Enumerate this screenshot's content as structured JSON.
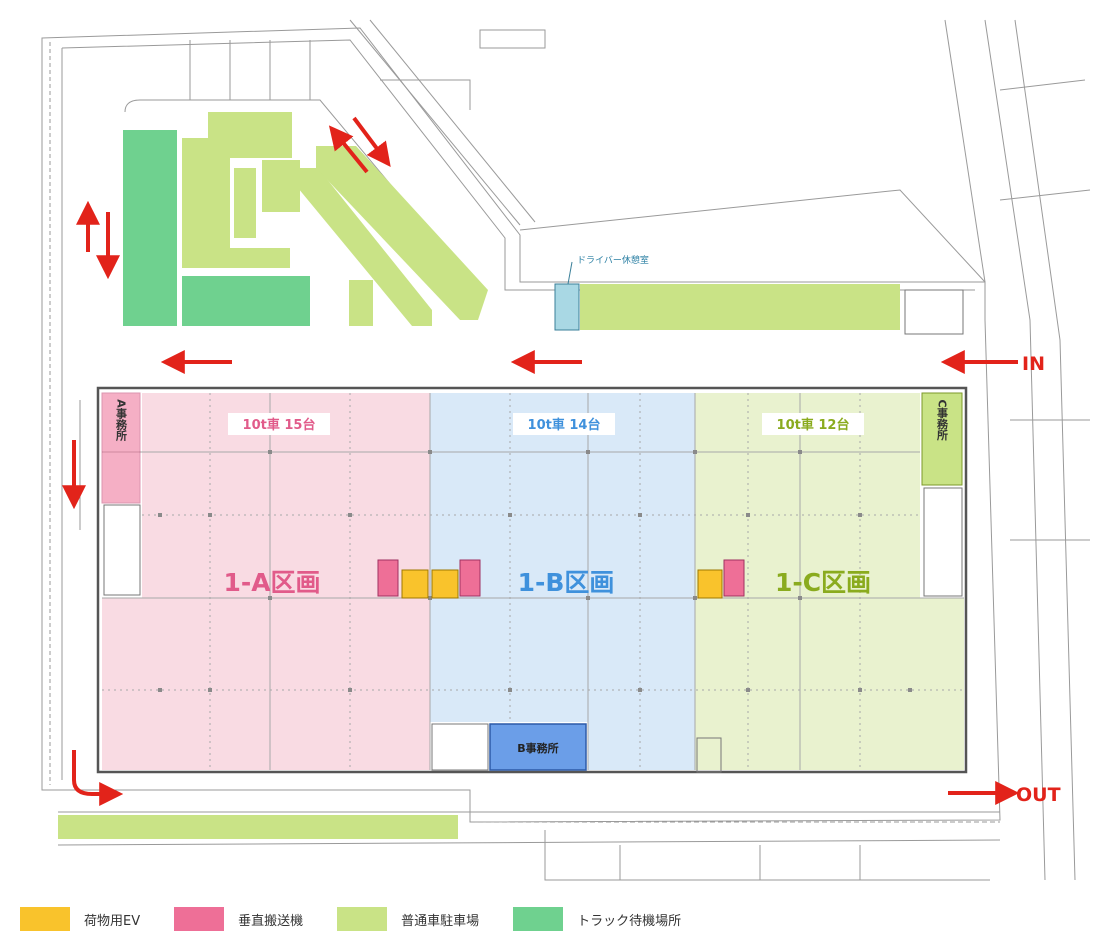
{
  "colors": {
    "area_a": "#f9dbe3",
    "area_b": "#d9e9f8",
    "area_c": "#e9f2cf",
    "freight_ev": "#f9c32c",
    "vertical_conveyor": "#ee6f97",
    "car_parking": "#c9e386",
    "truck_waiting": "#6fd18f",
    "arrow_red": "#e2231a",
    "label_a": "#e15b8a",
    "label_b": "#3f91dc",
    "label_c": "#8aab1e",
    "b_office": "#6b9ee8",
    "driver_room": "#a9d8e4"
  },
  "zones": {
    "a": {
      "title": "1-A区画",
      "capacity": "10t車 15台",
      "office": "A事務所"
    },
    "b": {
      "title": "1-B区画",
      "capacity": "10t車 14台",
      "office": "B事務所"
    },
    "c": {
      "title": "1-C区画",
      "capacity": "10t車 12台",
      "office": "C事務所"
    }
  },
  "driver_room": "ドライバー休憩室",
  "gates": {
    "in": "IN",
    "out": "OUT"
  },
  "legend": [
    {
      "label": "荷物用EV",
      "color": "#f9c32c"
    },
    {
      "label": "垂直搬送機",
      "color": "#ee6f97"
    },
    {
      "label": "普通車駐車場",
      "color": "#c9e386"
    },
    {
      "label": "トラック待機場所",
      "color": "#6fd18f"
    }
  ]
}
